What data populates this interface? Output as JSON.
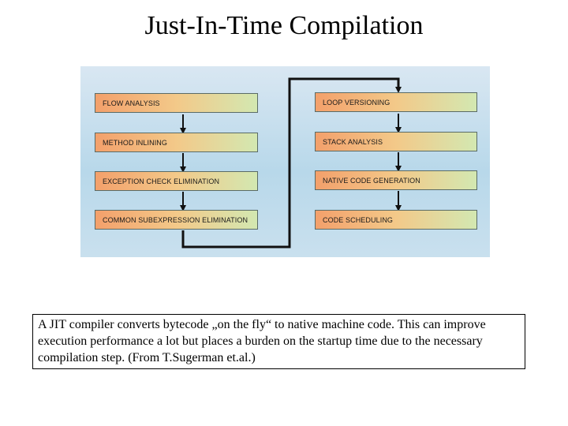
{
  "title": "Just-In-Time Compilation",
  "diagram": {
    "left_steps": [
      "FLOW ANALYSIS",
      "METHOD INLINING",
      "EXCEPTION CHECK ELIMINATION",
      "COMMON SUBEXPRESSION ELIMINATION"
    ],
    "right_steps": [
      "LOOP VERSIONING",
      "STACK ANALYSIS",
      "NATIVE CODE GENERATION",
      "CODE SCHEDULING"
    ]
  },
  "caption": "A JIT compiler converts bytecode „on the fly“ to native machine code. This can improve execution performance a lot but places a burden on the startup time due to the necessary compilation step. (From T.Sugerman et.al.)"
}
